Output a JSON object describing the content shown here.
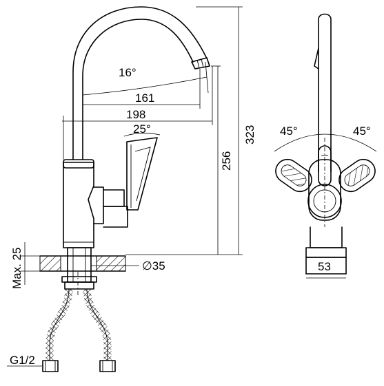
{
  "labels": {
    "angle_spout": "16°",
    "reach_161": "161",
    "reach_198": "198",
    "angle_lever": "25°",
    "height_323": "323",
    "height_256": "256",
    "angle_left": "45°",
    "angle_right": "45°",
    "diameter": "∅35",
    "max_deck": "Max. 25",
    "width_53": "53",
    "thread": "G1/2"
  }
}
